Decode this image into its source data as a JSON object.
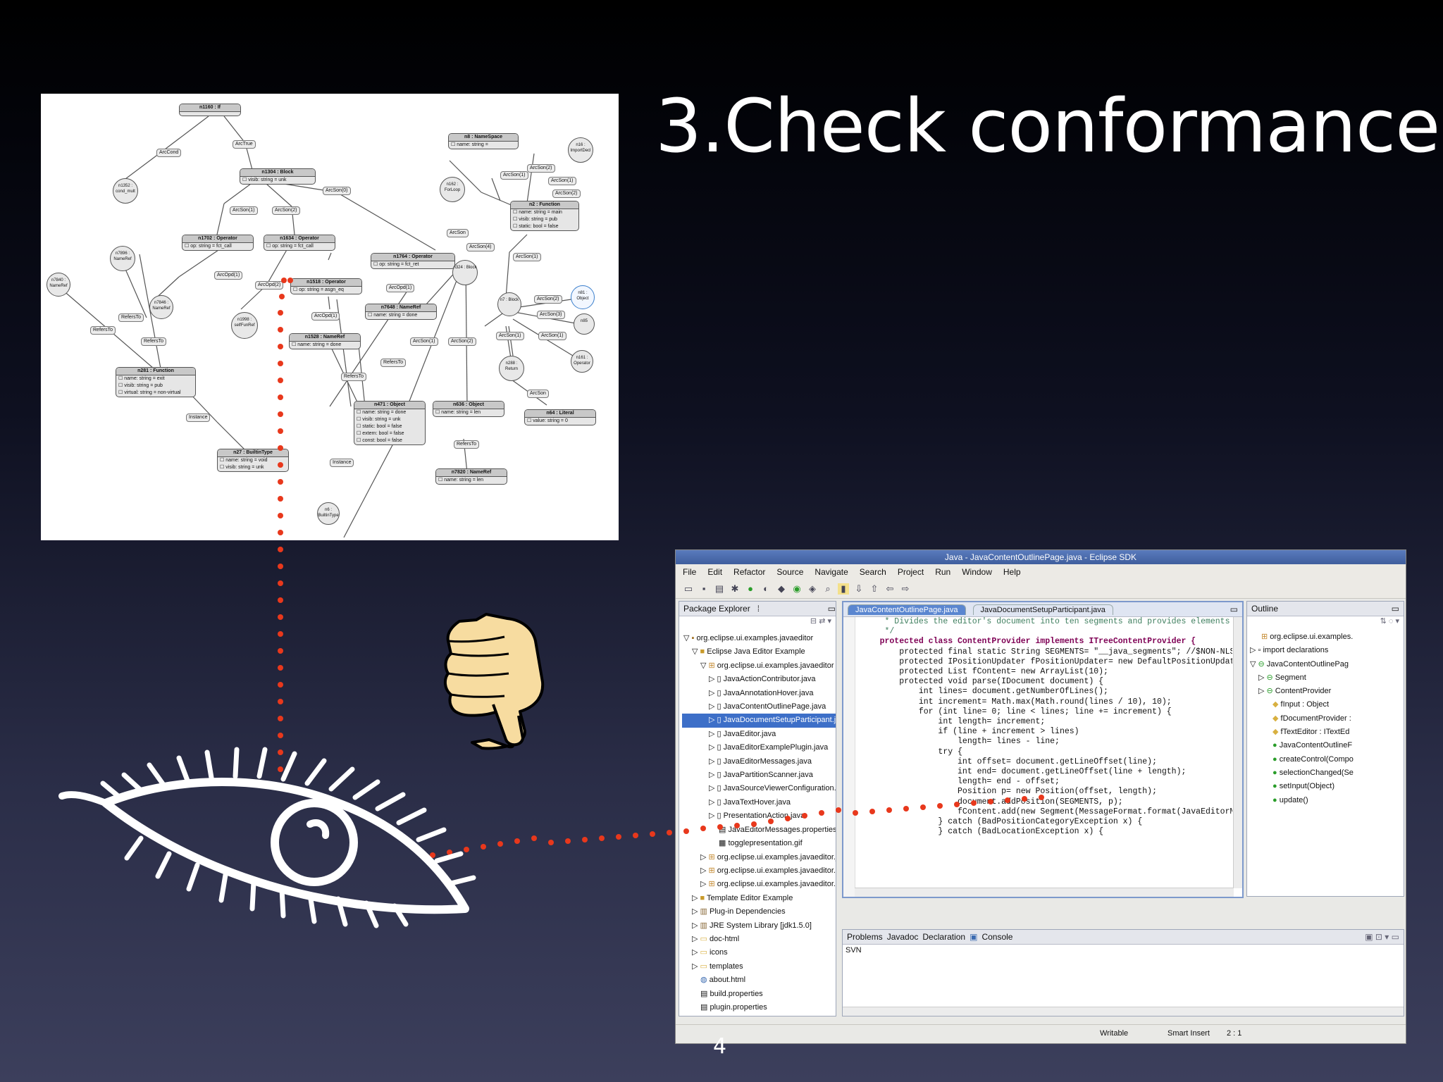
{
  "slide": {
    "title": "3.Check conformance",
    "page_number": "4",
    "colors": {
      "dots": "#e8381c",
      "thumb_fill": "#f7dca0",
      "eye": "#ffffff"
    },
    "icons": [
      "thumbs-down-icon",
      "eclipse-eye-icon"
    ]
  },
  "graph": {
    "nodes": [
      {
        "id": "n1160",
        "title": "n1160 : If",
        "rows": []
      },
      {
        "id": "n1304",
        "title": "n1304 : Block",
        "rows": [
          "visib: string = unk"
        ]
      },
      {
        "id": "n1702",
        "title": "n1702 : Operator",
        "rows": [
          "op: string = fct_call"
        ]
      },
      {
        "id": "n1634",
        "title": "n1634 : Operator",
        "rows": [
          "op: string = fct_call"
        ]
      },
      {
        "id": "n1518",
        "title": "n1518 : Operator",
        "rows": [
          "op: string = asgn_eq"
        ]
      },
      {
        "id": "n1528",
        "title": "n1528 : NameRef",
        "rows": [
          "name: string = done"
        ]
      },
      {
        "id": "n281",
        "title": "n281 : Function",
        "rows": [
          "name: string = exit",
          "visib: string = pub",
          "virtual: string = non-virtual"
        ]
      },
      {
        "id": "n27",
        "title": "n27 : BuiltinType",
        "rows": [
          "name: string = void",
          "visib: string = unk"
        ]
      },
      {
        "id": "n1764",
        "title": "n1764 : Operator",
        "rows": [
          "op: string = fct_ret"
        ]
      },
      {
        "id": "n7648",
        "title": "n7648 : NameRef",
        "rows": [
          "name: string = done"
        ]
      },
      {
        "id": "n471",
        "title": "n471 : Object",
        "rows": [
          "name: string = done",
          "visib: string = unk",
          "static: bool = false",
          "extern: bool = false",
          "const: bool = false"
        ]
      },
      {
        "id": "n636",
        "title": "n636 : Object",
        "rows": [
          "name: string = len"
        ]
      },
      {
        "id": "n7820",
        "title": "n7820 : NameRef",
        "rows": [
          "name: string = len"
        ]
      },
      {
        "id": "n64",
        "title": "n64 : Literal",
        "rows": [
          "value: string = 0"
        ]
      },
      {
        "id": "n8",
        "title": "n8 : NameSpace",
        "rows": [
          "name: string = "
        ]
      },
      {
        "id": "n2",
        "title": "n2 : Function",
        "rows": [
          "name: string = main",
          "visib: string = pub",
          "static: bool = false"
        ]
      }
    ],
    "circles": [
      {
        "id": "n1352",
        "label": "n1352 : cond_mult"
      },
      {
        "id": "n7896",
        "label": "n7896 : NameRef"
      },
      {
        "id": "n7846",
        "label": "n7846 : NameRef"
      },
      {
        "id": "n7840",
        "label": "n7840 : NameRef"
      },
      {
        "id": "n1998",
        "label": "n1998 : selfFunRef"
      },
      {
        "id": "n162",
        "label": "n162 : ForLoop"
      },
      {
        "id": "n324",
        "label": "n324 : Block"
      },
      {
        "id": "n16",
        "label": "n16 : ImportDecl"
      },
      {
        "id": "n7",
        "label": "n7 : Block"
      },
      {
        "id": "n81",
        "label": "n81 : Object"
      },
      {
        "id": "n85",
        "label": "n85"
      },
      {
        "id": "n161",
        "label": "n161 : Operator"
      },
      {
        "id": "n288",
        "label": "n288 : Return"
      },
      {
        "id": "n6",
        "label": "n6 : BuiltinType"
      }
    ],
    "edge_labels": [
      "ArcCond",
      "ArcTrue",
      "ArcSon(0)",
      "ArcSon(1)",
      "ArcSon(2)",
      "ArcOpd(1)",
      "ArcOpd(2)",
      "ArcOpd(1)",
      "ArcOpd(1)",
      "RefersTo",
      "RefersTo",
      "RefersTo",
      "RefersTo",
      "RefersTo",
      "Instance",
      "Instance",
      "ArcSon(1)",
      "ArcSon(2)",
      "ArcSon",
      "ArcSon(4)",
      "ArcSon(1)",
      "ArcSon(1)",
      "ArcSon(2)",
      "ArcSon(1)",
      "ArcSon(2)",
      "ArcSon(3)",
      "ArcSon(1)",
      "ArcSon(1)",
      "ArcSon(2)",
      "ArcSon",
      "RefersTo"
    ]
  },
  "eclipse": {
    "window_title": "Java - JavaContentOutlinePage.java - Eclipse SDK",
    "menu": [
      "File",
      "Edit",
      "Refactor",
      "Source",
      "Navigate",
      "Search",
      "Project",
      "Run",
      "Window",
      "Help"
    ],
    "package_explorer": {
      "title": "Package Explorer",
      "tree": [
        "org.eclipse.ui.examples.javaeditor",
        "Eclipse Java Editor Example",
        "org.eclipse.ui.examples.javaeditor",
        "JavaActionContributor.java",
        "JavaAnnotationHover.java",
        "JavaContentOutlinePage.java",
        "JavaDocumentSetupParticipant.java",
        "JavaEditor.java",
        "JavaEditorExamplePlugin.java",
        "JavaEditorMessages.java",
        "JavaPartitionScanner.java",
        "JavaSourceViewerConfiguration.java",
        "JavaTextHover.java",
        "PresentationAction.java",
        "JavaEditorMessages.properties",
        "togglepresentation.gif",
        "org.eclipse.ui.examples.javaeditor.java",
        "org.eclipse.ui.examples.javaeditor.util",
        "org.eclipse.ui.examples.javaeditor.html",
        "Template Editor Example",
        "Plug-in Dependencies",
        "JRE System Library [jdk1.5.0]",
        "doc-html",
        "icons",
        "templates",
        "about.html",
        "build.properties",
        "plugin.properties"
      ],
      "selected_index": 6
    },
    "editor_tabs": [
      "JavaContentOutlinePage.java",
      "JavaDocumentSetupParticipant.java"
    ],
    "code": [
      "     * Divides the editor's document into ten segments and provides elements",
      "     */",
      "    protected class ContentProvider implements ITreeContentProvider {",
      "",
      "        protected final static String SEGMENTS= \"__java_segments\"; //$NON-NLS",
      "        protected IPositionUpdater fPositionUpdater= new DefaultPositionUpdat",
      "        protected List fContent= new ArrayList(10);",
      "",
      "        protected void parse(IDocument document) {",
      "",
      "            int lines= document.getNumberOfLines();",
      "            int increment= Math.max(Math.round(lines / 10), 10);",
      "",
      "            for (int line= 0; line < lines; line += increment) {",
      "",
      "                int length= increment;",
      "                if (line + increment > lines)",
      "                    length= lines - line;",
      "",
      "                try {",
      "",
      "                    int offset= document.getLineOffset(line);",
      "                    int end= document.getLineOffset(line + length);",
      "                    length= end - offset;",
      "                    Position p= new Position(offset, length);",
      "                    document.addPosition(SEGMENTS, p);",
      "                    fContent.add(new Segment(MessageFormat.format(JavaEditorM",
      "",
      "                } catch (BadPositionCategoryException x) {",
      "                } catch (BadLocationException x) {"
    ],
    "outline": {
      "title": "Outline",
      "items": [
        "org.eclipse.ui.examples.",
        "import declarations",
        "JavaContentOutlinePag",
        "Segment",
        "ContentProvider",
        "fInput : Object",
        "fDocumentProvider :",
        "fTextEditor : ITextEd",
        "JavaContentOutlineF",
        "createControl(Compo",
        "selectionChanged(Se",
        "setInput(Object)",
        "update()"
      ]
    },
    "bottom_tabs": [
      "Problems",
      "Javadoc",
      "Declaration",
      "Console"
    ],
    "console_text": "SVN",
    "status": {
      "writable": "Writable",
      "insert_mode": "Smart Insert",
      "position": "2 : 1"
    }
  }
}
